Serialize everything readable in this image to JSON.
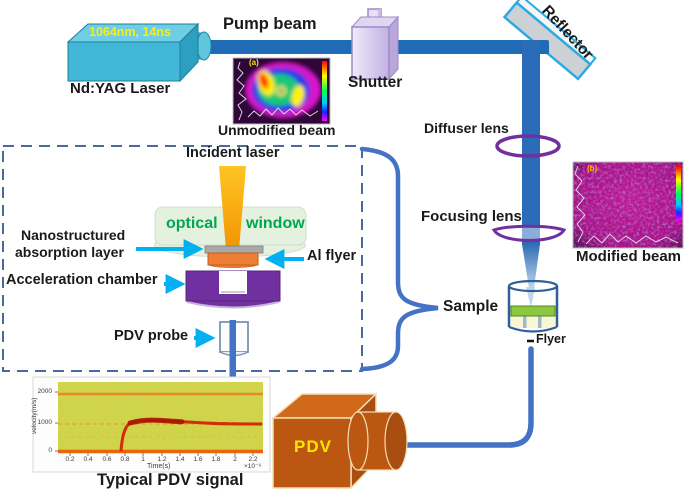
{
  "laser": {
    "spec": "1064nm, 14ns",
    "name": "Nd:YAG Laser"
  },
  "beam_path": {
    "pump_beam": "Pump beam",
    "shutter": "Shutter",
    "reflector": "Reflector",
    "diffuser_lens": "Diffuser lens",
    "focusing_lens": "Focusing lens",
    "sample": "Sample",
    "flyer": "Flyer"
  },
  "beam_profiles": {
    "unmodified": {
      "tag": "(a)",
      "caption": "Unmodified beam"
    },
    "modified": {
      "tag": "(b)",
      "caption": "Modified beam"
    }
  },
  "target_assembly": {
    "incident_laser": "Incident laser",
    "window_word1": "optical",
    "window_word2": "window",
    "nano_line1": "Nanostructured",
    "nano_line2": "absorption layer",
    "al_flyer": "Al flyer",
    "acceleration_chamber": "Acceleration chamber",
    "pdv_probe": "PDV probe"
  },
  "pdv": {
    "device": "PDV",
    "caption": "Typical PDV signal"
  },
  "spectrogram": {
    "ylabel": "velocity(m/s)",
    "yticks": [
      "2000",
      "1000",
      "0"
    ],
    "xticks": [
      "0.2",
      "0.4",
      "0.6",
      "0.8",
      "1",
      "1.2",
      "1.4",
      "1.6",
      "1.8",
      "2",
      "2.2"
    ],
    "xlabel": "Time(s)",
    "scale_note": "×10⁻⁶"
  },
  "colors": {
    "beam_blue": "#1F6BB5",
    "laser_cyan": "#45B7D8",
    "arrow_cyan": "#00B0F0",
    "lens_purple": "#7030A0",
    "chamber_purple": "#7030A0",
    "al_flyer_orange": "#EC7F33",
    "pdv_orange": "#BC5711",
    "window_green": "#00A651",
    "brace_blue": "#4472C4",
    "incident_orange": "#FFB900",
    "dashed_box_blue": "#4A6B9A"
  },
  "chart_data": {
    "type": "heatmap",
    "title": "Typical PDV signal",
    "xlabel": "Time(s)",
    "ylabel": "velocity(m/s)",
    "x_scale": "1e-6 s",
    "xlim": [
      0,
      2.2
    ],
    "ylim": [
      0,
      2400
    ],
    "xticks": [
      0.2,
      0.4,
      0.6,
      0.8,
      1,
      1.2,
      1.4,
      1.6,
      1.8,
      2,
      2.2
    ],
    "yticks": [
      0,
      1000,
      2000
    ],
    "legend_position": "none",
    "grid": false,
    "background": "yellow-green speckle noise",
    "series": [
      {
        "name": "flyer velocity trace (red)",
        "x": [
          0.0,
          0.7,
          0.74,
          0.78,
          0.85,
          1.0,
          1.2,
          1.4,
          1.6,
          1.8,
          2.0,
          2.2
        ],
        "y": [
          0,
          0,
          300,
          850,
          1000,
          1050,
          1040,
          1010,
          1000,
          1000,
          990,
          980
        ]
      },
      {
        "name": "stationary surface band (orange)",
        "y_const": 0
      },
      {
        "name": "upper noise band (orange)",
        "y_const": 1950
      }
    ]
  }
}
